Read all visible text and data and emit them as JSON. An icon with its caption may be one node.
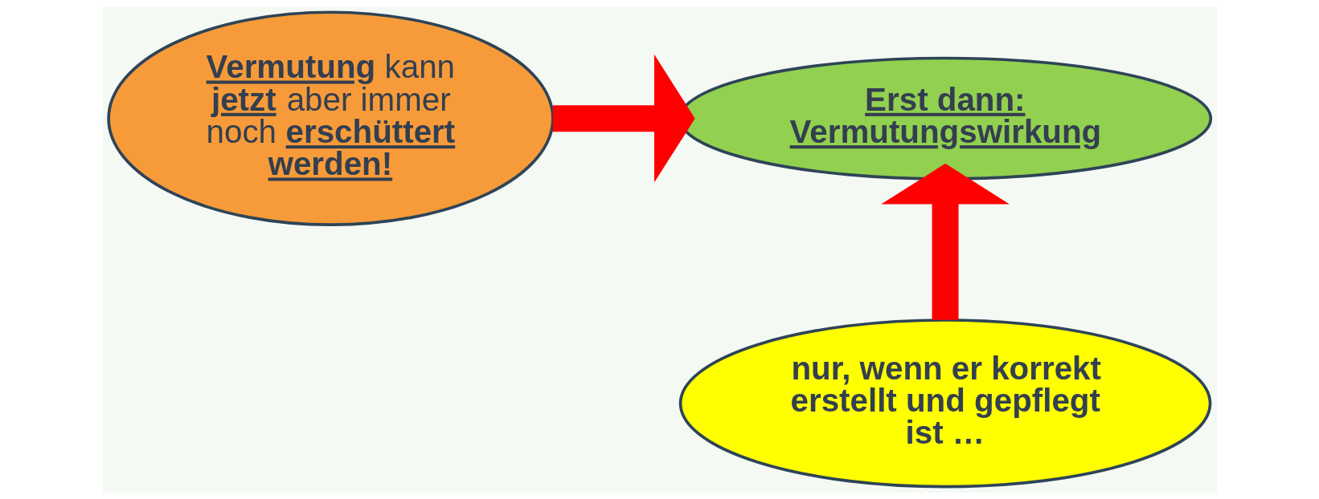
{
  "diagram": {
    "nodes": [
      {
        "text": [
          "Erst dann: Vermutungswirkung"
        ]
      },
      {
        "text": [
          "**Vermutung** kann **jetzt** aber immer noch **erschüttert** **werden!**"
        ]
      },
      {
        "text": [
          "nur, wenn er korrekt erstellt und gepflegt ist …"
        ]
      }
    ],
    "edges": [
      {
        "from": 1,
        "to": 0,
        "arrow": "to"
      },
      {
        "from": 2,
        "to": 0,
        "arrow": "to"
      }
    ]
  }
}
